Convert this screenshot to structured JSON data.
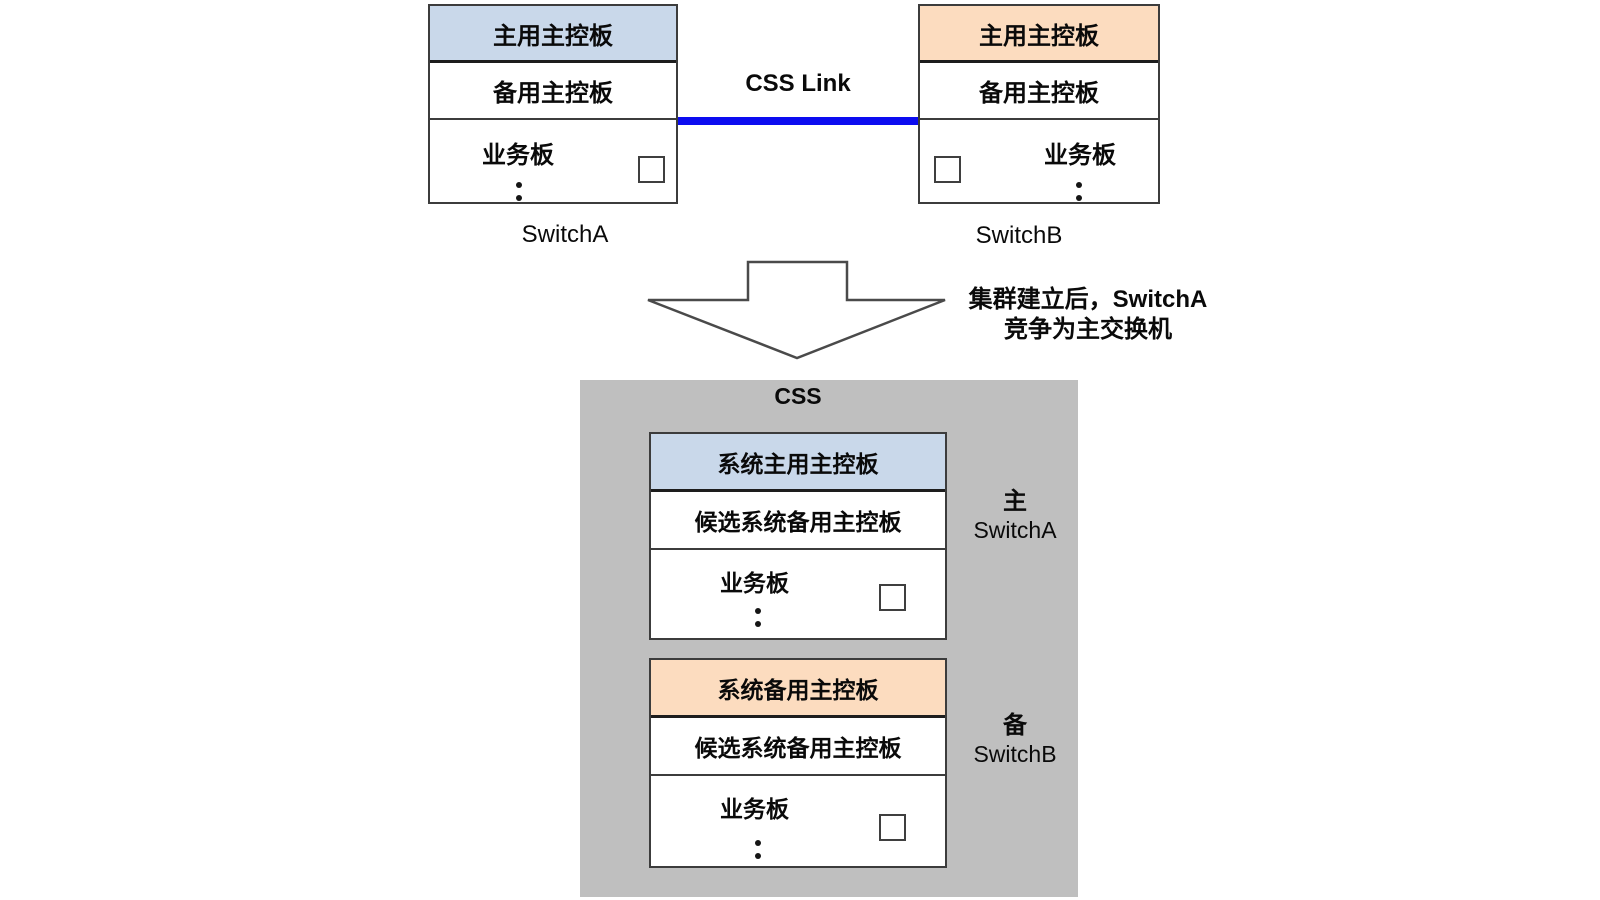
{
  "pre_cluster": {
    "switch_a": {
      "header": "主用主控板",
      "standby": "备用主控板",
      "service": "业务板",
      "label": "SwitchA",
      "header_color": "#c9d8ea"
    },
    "switch_b": {
      "header": "主用主控板",
      "standby": "备用主控板",
      "service": "业务板",
      "label": "SwitchB",
      "header_color": "#fcdcbf"
    },
    "css_link": {
      "label": "CSS Link",
      "line_color": "#0c0cf0"
    }
  },
  "transition": {
    "annotation_line1": "集群建立后，SwitchA",
    "annotation_line2": "竞争为主交换机"
  },
  "cluster": {
    "title": "CSS",
    "panel_color": "#bfbfbf",
    "master": {
      "header": "系统主用主控板",
      "standby": "候选系统备用主控板",
      "service": "业务板",
      "role": "主",
      "label": "SwitchA",
      "header_color": "#c9d8ea"
    },
    "standby": {
      "header": "系统备用主控板",
      "standby": "候选系统备用主控板",
      "service": "业务板",
      "role": "备",
      "label": "SwitchB",
      "header_color": "#fcdcbf"
    }
  }
}
